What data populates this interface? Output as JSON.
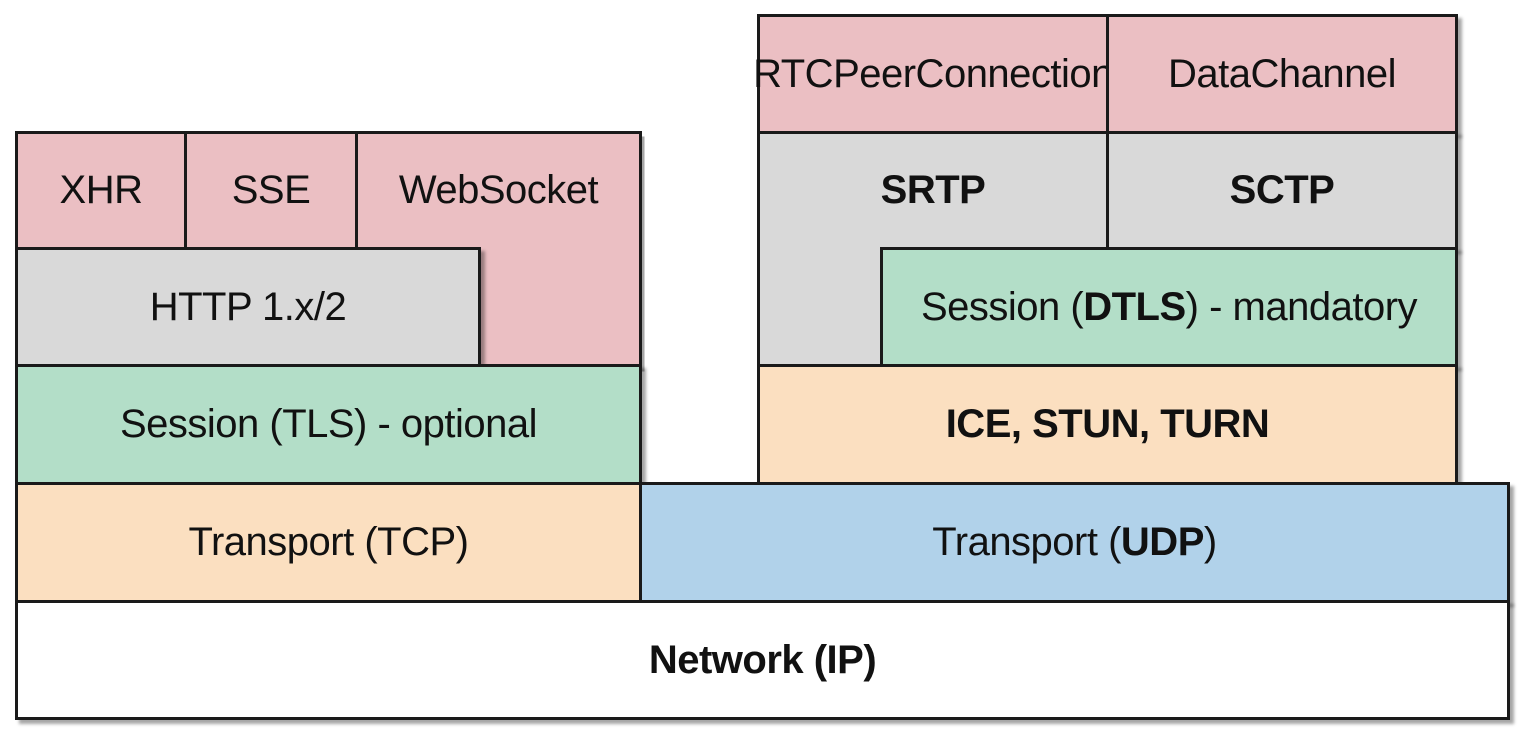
{
  "left_stack": {
    "xhr": "XHR",
    "sse": "SSE",
    "websocket": "WebSocket",
    "http": "HTTP 1.x/2",
    "tls": "Session (TLS) - optional",
    "tcp": "Transport (TCP)"
  },
  "right_stack": {
    "rtcpeerconnection": "RTCPeerConnection",
    "datachannel": "DataChannel",
    "srtp": "SRTP",
    "sctp": "SCTP",
    "dtls_prefix": "Session (",
    "dtls_bold": "DTLS",
    "dtls_suffix": ") - mandatory",
    "ice": "ICE, STUN, TURN",
    "udp_prefix": "Transport (",
    "udp_bold": "UDP",
    "udp_suffix": ")"
  },
  "base": {
    "network": "Network (IP)"
  },
  "colors": {
    "api": "#ebbfc3",
    "protocol": "#d9d9d9",
    "session": "#b3dec8",
    "transport_tcp": "#fbdfc0",
    "transport_udp": "#b1d2ea",
    "network": "#ffffff"
  }
}
